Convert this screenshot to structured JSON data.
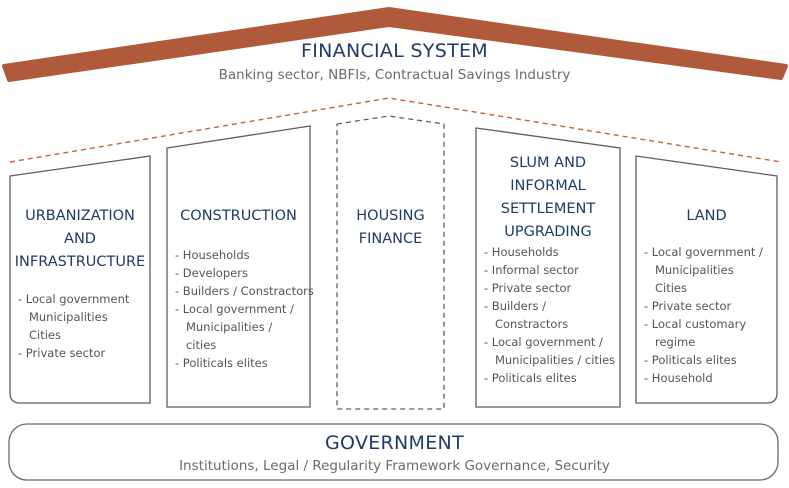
{
  "roof": {
    "title": "FINANCIAL SYSTEM",
    "subtitle": "Banking sector, NBFIs, Contractual Savings Industry"
  },
  "foundation": {
    "title": "GOVERNMENT",
    "subtitle": "Institutions, Legal / Regularity Framework Governance, Security"
  },
  "pillars": [
    {
      "title": [
        "URBANIZATION",
        "AND",
        "INFRASTRUCTURE"
      ],
      "items": [
        "- Local government",
        "   Municipalities",
        "   Cities",
        "- Private sector"
      ]
    },
    {
      "title": [
        "CONSTRUCTION"
      ],
      "items": [
        "- Households",
        "- Developers",
        "- Builders / Constractors",
        "- Local government /",
        "   Municipalities /",
        "   cities",
        "- Politicals elites"
      ]
    },
    {
      "title": [
        "HOUSING",
        "FINANCE"
      ],
      "items": []
    },
    {
      "title": [
        "SLUM AND",
        "INFORMAL",
        "SETTLEMENT",
        "UPGRADING"
      ],
      "items": [
        "- Households",
        "- Informal sector",
        "- Private sector",
        "- Builders /",
        "   Constractors",
        "- Local government /",
        "   Municipalities / cities",
        "- Politicals elites"
      ]
    },
    {
      "title": [
        "LAND"
      ],
      "items": [
        "- Local government /",
        "   Municipalities",
        "   Cities",
        "- Private sector",
        "- Local customary",
        "   regime",
        "- Politicals elites",
        "- Household"
      ]
    }
  ],
  "colors": {
    "roof": "#b05a3c",
    "dashed_line": "#c8603a",
    "title_text": "#1f3b66",
    "box_stroke": "#5f5f5f"
  }
}
